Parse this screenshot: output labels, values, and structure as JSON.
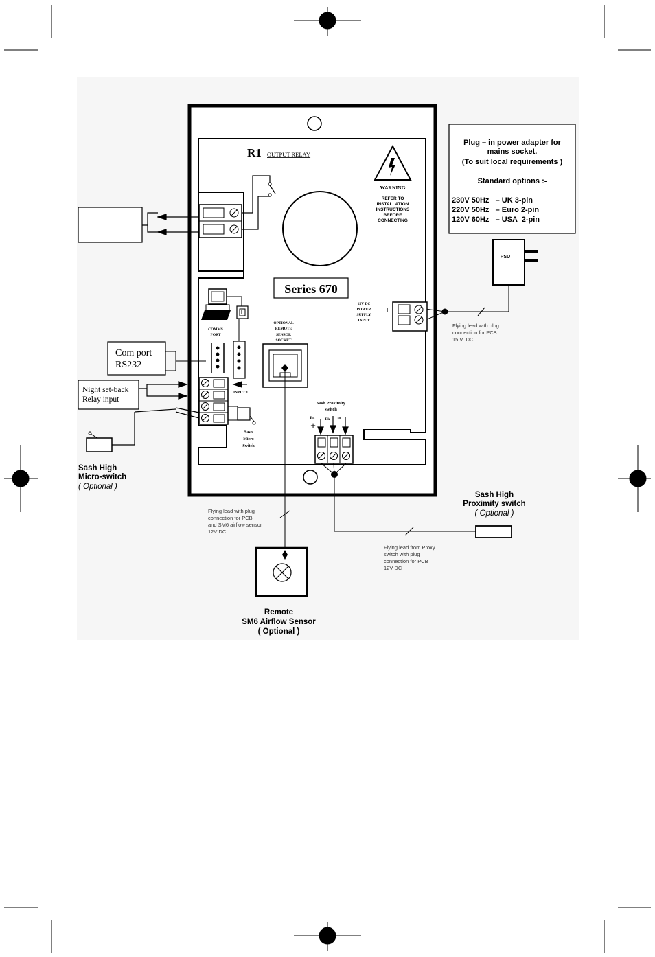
{
  "relay": {
    "id": "R1",
    "title": "OUTPUT  RELAY"
  },
  "warning": {
    "title": "WARNING",
    "lines": [
      "REFER TO",
      "INSTALLATION",
      "INSTRUCTIONS",
      "BEFORE",
      "CONNECTING"
    ]
  },
  "series_label": "Series 670",
  "plug_note": {
    "lines": [
      "Plug – in power adapter for",
      "mains socket.",
      "(To suit local requirements )"
    ],
    "options_title": "Standard options :-",
    "options": [
      "230V 50Hz   – UK 3-pin",
      "220V 50Hz   – Euro 2-pin",
      "120V 60Hz   – USA  2-pin"
    ]
  },
  "psu_label": "PSU",
  "power_input": {
    "lines": [
      "15V DC",
      "POWER",
      "SUPPLY",
      "INPUT"
    ],
    "plus": "+",
    "minus": "–"
  },
  "psu_lead_note": [
    "Flying lead with plug",
    "connection for PCB",
    "15 V  DC"
  ],
  "comms_port": [
    "COMMS",
    "PORT"
  ],
  "com_port_box": [
    "Com port",
    "RS232"
  ],
  "night_setback_box": [
    "Night set-back",
    "Relay input"
  ],
  "input_label": "INPUT 1",
  "sash_micro_label": [
    "Sash",
    "Micro",
    "Switch"
  ],
  "remote_socket": [
    "OPTIONAL",
    "REMOTE",
    "SENSOR",
    "SOCKET"
  ],
  "sash_proximity": {
    "title": [
      "Sash Proximity",
      "switch"
    ],
    "pins": [
      "Bn",
      "Bk",
      "Bl"
    ],
    "plus": "+",
    "minus": "–"
  },
  "sash_high_micro": [
    "Sash High",
    "Micro-switch",
    "( Optional )"
  ],
  "sash_high_proximity": [
    "Sash High",
    "Proximity switch",
    "( Optional )"
  ],
  "sensor_lead_note": [
    "Flying lead with plug",
    "connection for PCB",
    "and SM6 airflow sensor",
    "12V DC"
  ],
  "proxy_lead_note": [
    "Flying lead from Proxy",
    "switch with plug",
    "connection for PCB",
    "12V DC"
  ],
  "remote_sensor": [
    "Remote",
    "SM6 Airflow Sensor",
    "( Optional )"
  ]
}
